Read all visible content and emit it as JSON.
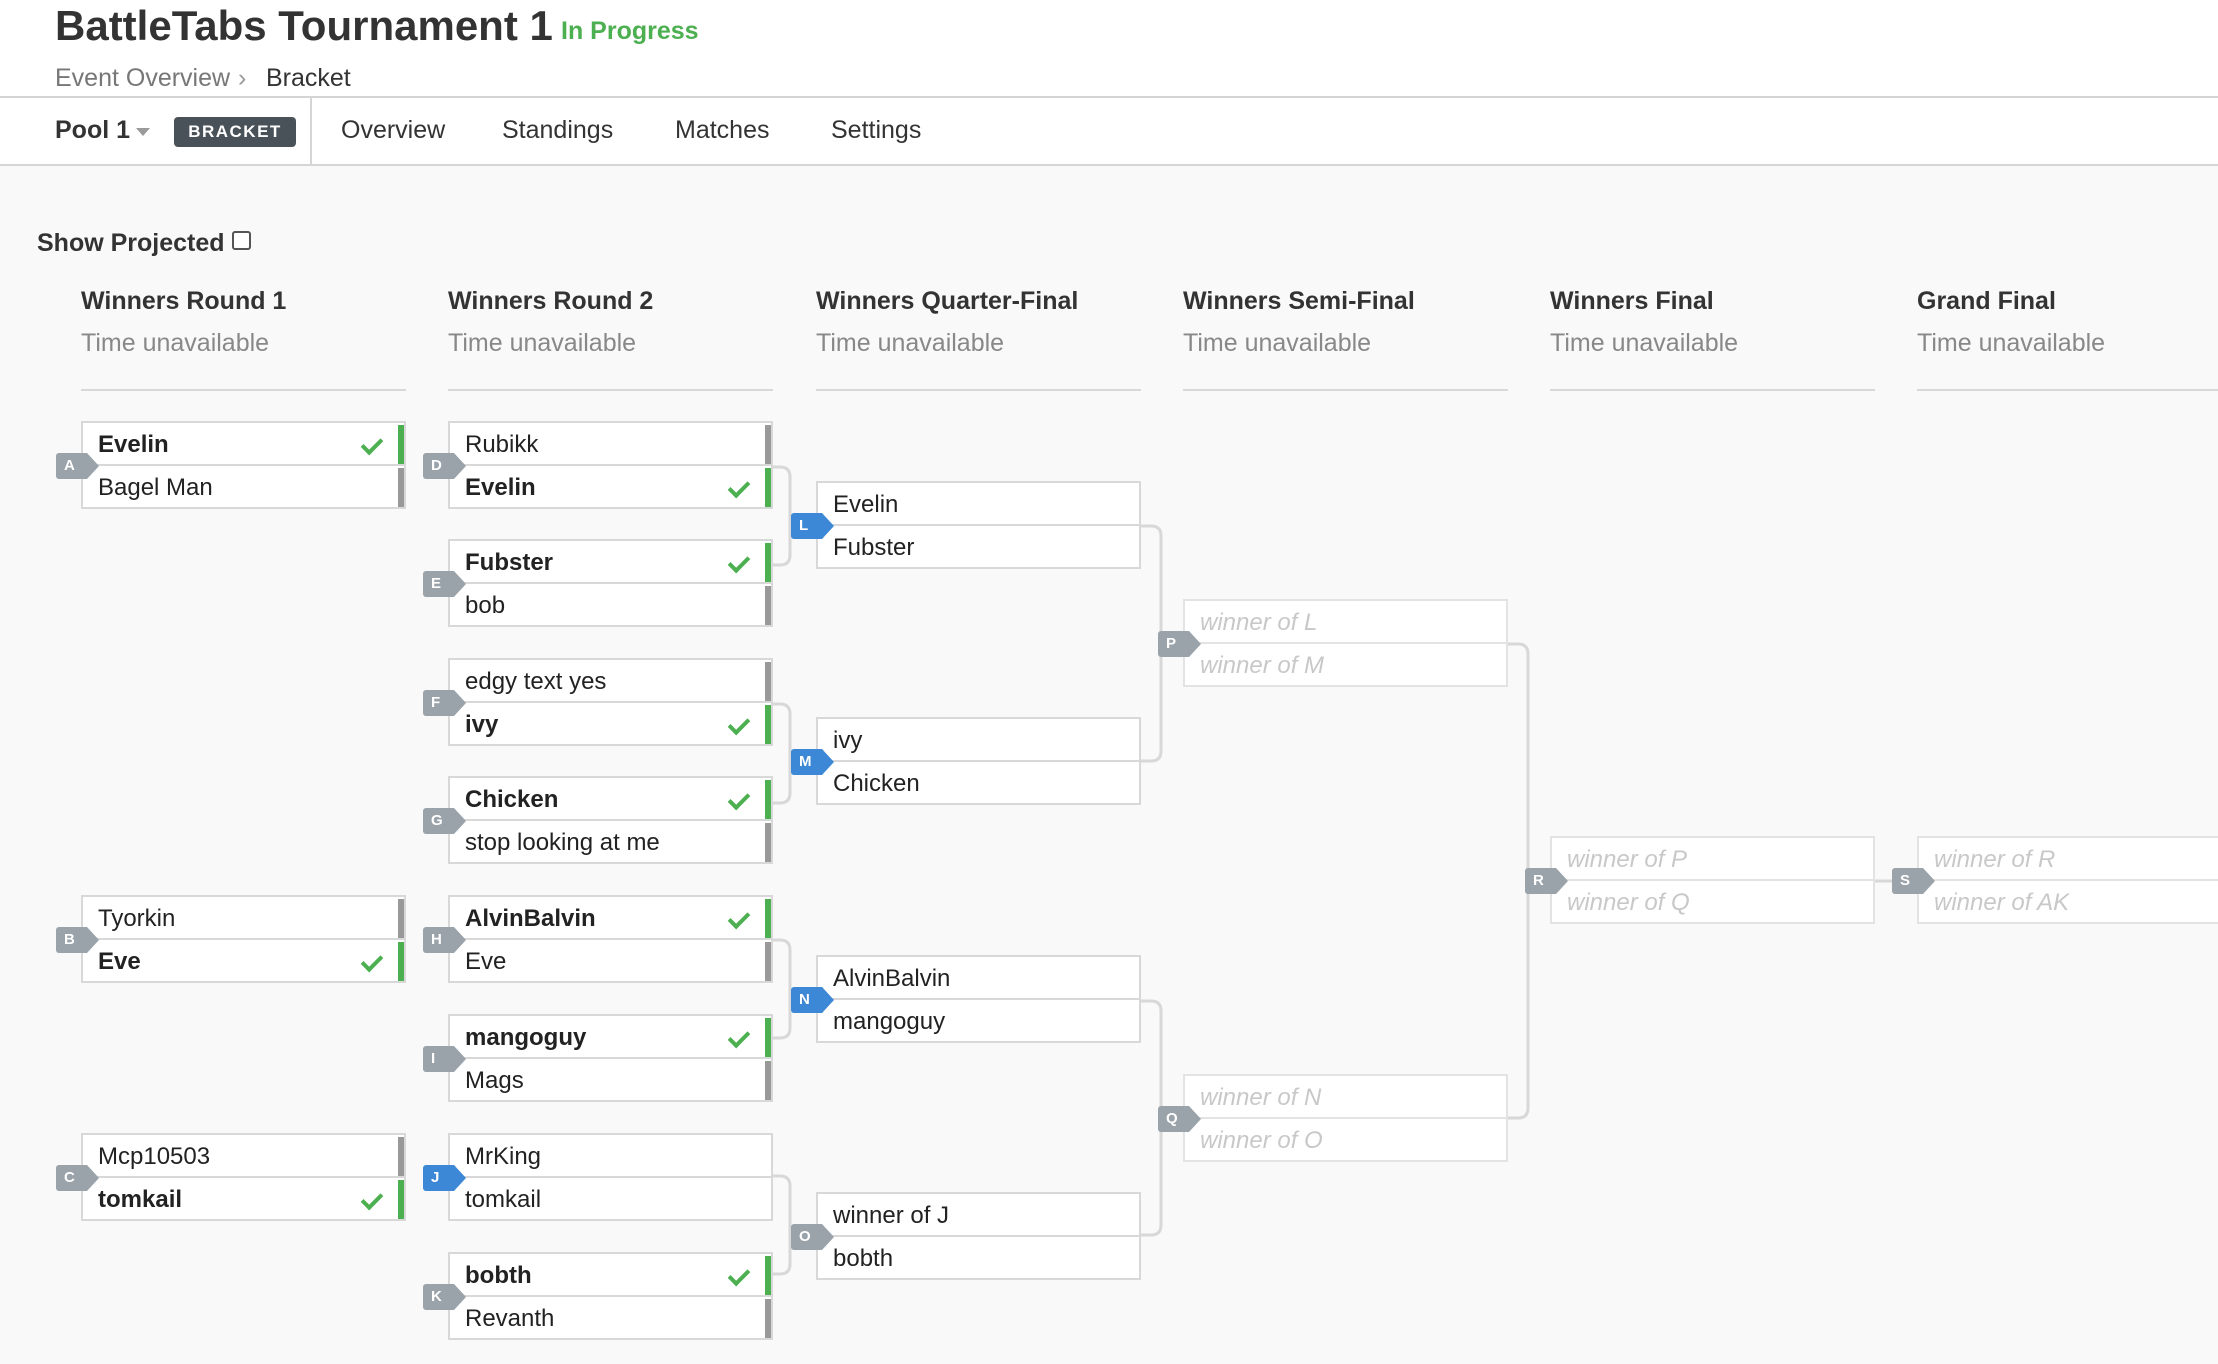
{
  "header": {
    "title": "BattleTabs Tournament 1",
    "status": "In Progress",
    "breadcrumb": [
      "Event Overview",
      "Bracket"
    ],
    "pool_label": "Pool 1",
    "badge": "BRACKET",
    "tabs": [
      "Overview",
      "Standings",
      "Matches",
      "Settings"
    ]
  },
  "controls": {
    "show_projected": "Show Projected",
    "show_projected_checked": false
  },
  "rounds": [
    {
      "title": "Winners Round 1",
      "time": "Time unavailable"
    },
    {
      "title": "Winners Round 2",
      "time": "Time unavailable"
    },
    {
      "title": "Winners Quarter-Final",
      "time": "Time unavailable"
    },
    {
      "title": "Winners Semi-Final",
      "time": "Time unavailable"
    },
    {
      "title": "Winners Final",
      "time": "Time unavailable"
    },
    {
      "title": "Grand Final",
      "time": "Time unavailable"
    }
  ],
  "matches": {
    "A": {
      "id": "A",
      "p1": "Evelin",
      "p2": "Bagel Man",
      "winner": 1
    },
    "B": {
      "id": "B",
      "p1": "Tyorkin",
      "p2": "Eve",
      "winner": 2
    },
    "C": {
      "id": "C",
      "p1": "Mcp10503",
      "p2": "tomkail",
      "winner": 2
    },
    "D": {
      "id": "D",
      "p1": "Rubikk",
      "p2": "Evelin",
      "winner": 2
    },
    "E": {
      "id": "E",
      "p1": "Fubster",
      "p2": "bob",
      "winner": 1
    },
    "F": {
      "id": "F",
      "p1": "edgy text yes",
      "p2": "ivy",
      "winner": 2
    },
    "G": {
      "id": "G",
      "p1": "Chicken",
      "p2": "stop looking at me",
      "winner": 1
    },
    "H": {
      "id": "H",
      "p1": "AlvinBalvin",
      "p2": "Eve",
      "winner": 1
    },
    "I": {
      "id": "I",
      "p1": "mangoguy",
      "p2": "Mags",
      "winner": 1
    },
    "J": {
      "id": "J",
      "p1": "MrKing",
      "p2": "tomkail",
      "winner": 0
    },
    "K": {
      "id": "K",
      "p1": "bobth",
      "p2": "Revanth",
      "winner": 1
    },
    "L": {
      "id": "L",
      "p1": "Evelin",
      "p2": "Fubster",
      "winner": 0
    },
    "M": {
      "id": "M",
      "p1": "ivy",
      "p2": "Chicken",
      "winner": 0
    },
    "N": {
      "id": "N",
      "p1": "AlvinBalvin",
      "p2": "mangoguy",
      "winner": 0
    },
    "O": {
      "id": "O",
      "p1": "winner of J",
      "p2": "bobth",
      "winner": 0
    },
    "P": {
      "id": "P",
      "p1": "winner of L",
      "p2": "winner of M",
      "winner": 0
    },
    "Q": {
      "id": "Q",
      "p1": "winner of N",
      "p2": "winner of O",
      "winner": 0
    },
    "R": {
      "id": "R",
      "p1": "winner of P",
      "p2": "winner of Q",
      "winner": 0
    },
    "S": {
      "id": "S",
      "p1": "winner of R",
      "p2": "winner of AK",
      "winner": 0
    }
  },
  "colors": {
    "accent_green": "#4caf50",
    "active_blue": "#3d88d6",
    "badge_gray": "#9aa3aa",
    "badge_dark": "#4a5259"
  }
}
